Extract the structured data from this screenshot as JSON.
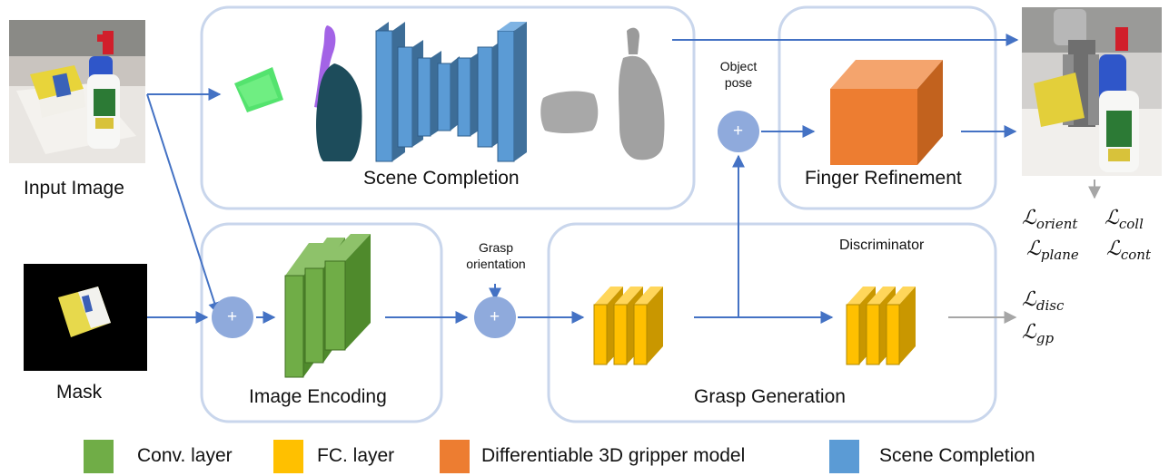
{
  "colors": {
    "box_border": "#c9d6ec",
    "arrow": "#4472c4",
    "arrow_gray": "#a6a6a6",
    "plus_fill": "#8faadc",
    "conv": "#70ad47",
    "fc": "#ffc000",
    "gripper": "#ed7d31",
    "scene": "#5b9bd5"
  },
  "inputs": {
    "image_label": "Input Image",
    "mask_label": "Mask"
  },
  "modules": {
    "scene_completion": "Scene Completion",
    "finger_refinement": "Finger Refinement",
    "image_encoding": "Image Encoding",
    "grasp_generation": "Grasp Generation",
    "discriminator": "Discriminator"
  },
  "annotations": {
    "object_pose_line1": "Object",
    "object_pose_line2": "pose",
    "grasp_orientation_line1": "Grasp",
    "grasp_orientation_line2": "orientation"
  },
  "operators": {
    "plus": "+"
  },
  "losses": {
    "symbol": "ℒ",
    "orient": "orient",
    "coll": "coll",
    "plane": "plane",
    "cont": "cont",
    "disc": "disc",
    "gp": "gp"
  },
  "legend": [
    {
      "label": "Conv. layer",
      "color": "#70ad47"
    },
    {
      "label": "FC. layer",
      "color": "#ffc000"
    },
    {
      "label": "Differentiable 3D gripper  model",
      "color": "#ed7d31"
    },
    {
      "label": "Scene Completion",
      "color": "#5b9bd5"
    }
  ]
}
